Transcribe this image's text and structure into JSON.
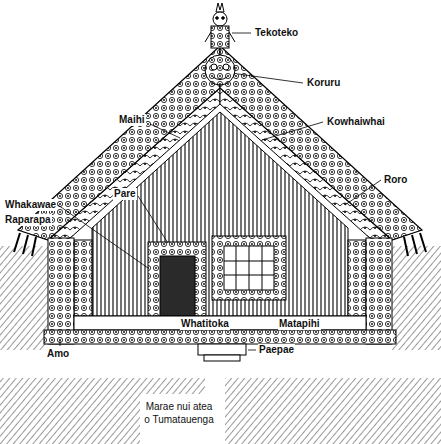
{
  "diagram": {
    "labels": [
      "Tekoteko",
      "Koruru",
      "Maihi",
      "Kowhaiwhai",
      "Pare",
      "Roro",
      "Whakawae",
      "Raparapa",
      "Whatitoka",
      "Matapihi",
      "Amo",
      "Paepae",
      "Marae nui atea o Tumatauenga"
    ]
  }
}
